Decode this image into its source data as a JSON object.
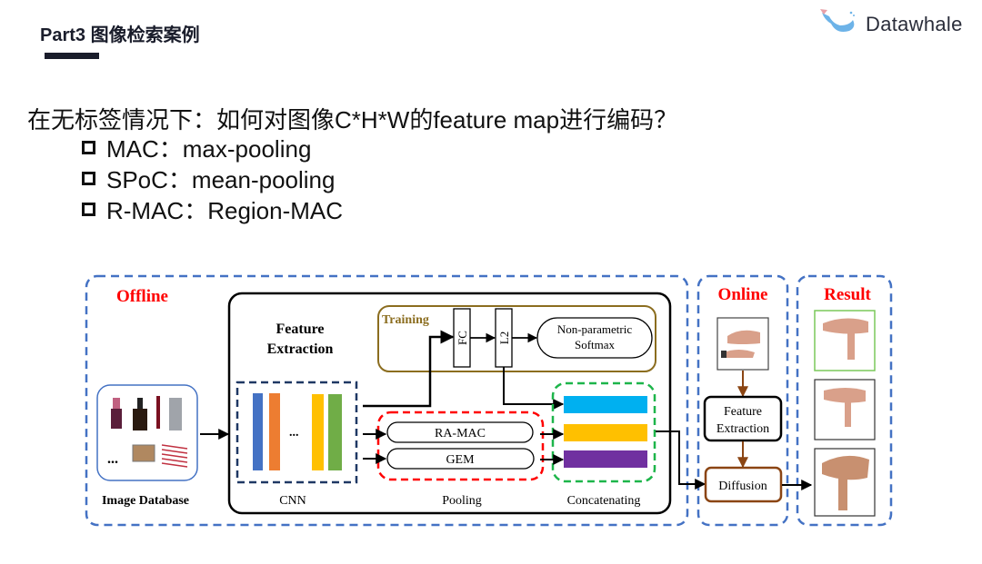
{
  "header": {
    "title": "Part3 图像检索案例",
    "logo_text": "Datawhale"
  },
  "content": {
    "question": "在无标签情况下：如何对图像C*H*W的feature map进行编码？",
    "bullets": [
      "MAC：max-pooling",
      "SPoC：mean-pooling",
      "R-MAC：Region-MAC"
    ]
  },
  "diagram": {
    "offline_label": "Offline",
    "online_label": "Online",
    "result_label": "Result",
    "feature_extraction_label": [
      "Feature",
      "Extraction"
    ],
    "training_label": "Training",
    "fc_label": "FC",
    "l2_label": "L2",
    "softmax_label": [
      "Non-parametric",
      "Softmax"
    ],
    "image_database_label": "Image Database",
    "cnn_label": "CNN",
    "cnn_ellipsis": "...",
    "db_ellipsis": "...",
    "pooling_label": "Pooling",
    "ra_mac_label": "RA-MAC",
    "gem_label": "GEM",
    "concatenating_label": "Concatenating",
    "online_feature_extraction_label": [
      "Feature",
      "Extraction"
    ],
    "diffusion_label": "Diffusion",
    "colors": {
      "region_border": "#4472c4",
      "region_title": "#ff0000",
      "training": "#8b6d1f",
      "pooling_border": "#ff0000",
      "concat_border": "#1db54a",
      "cnn_border": "#1f3864",
      "online_arrow": "#8b4513",
      "cnn_layers": [
        "#4472c4",
        "#ed7d31",
        "#ffc000",
        "#70ad47"
      ],
      "concat_bars": [
        "#00b0f0",
        "#ffc000",
        "#7030a0"
      ]
    }
  }
}
